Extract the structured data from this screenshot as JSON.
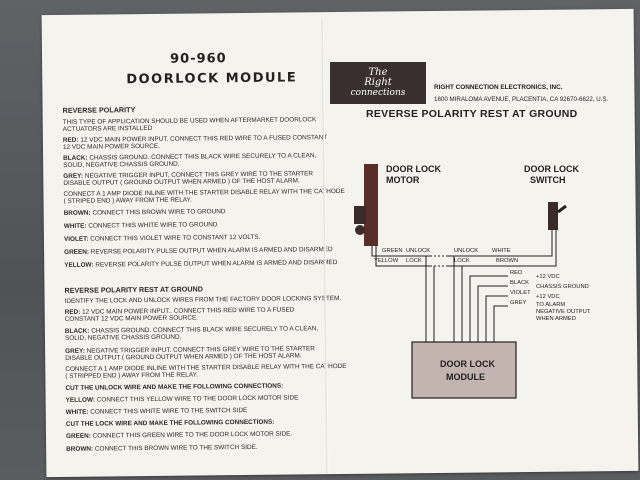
{
  "left": {
    "title_number": "90-960",
    "title_module": "DOORLOCK MODULE",
    "section1_title": "REVERSE POLARITY",
    "section1_intro": [
      "THIS TYPE OF APPLICATION SHOULD BE USED WHEN AFTERMARKET DOORLOCK",
      "ACTUATORS ARE INSTALLED"
    ],
    "section1_items": [
      {
        "label": "RED:",
        "text": "12 VDC MAIN POWER INPUT.  CONNECT THIS RED WIRE TO A FUSED CONSTANT",
        "text2": "12 VDC MAIN POWER SOURCE."
      },
      {
        "label": "BLACK:",
        "text": "CHASSIS GROUND.  CONNECT THIS BLACK WIRE SECURELY TO A CLEAN,",
        "text2": "SOLID, NEGATIVE CHASSIS GROUND."
      },
      {
        "label": "GREY:",
        "text": "NEGATIVE TRIGGER INPUT.  CONNECT THIS GREY WIRE TO THE STARTER",
        "text2": "DISABLE OUTPUT ( GROUND OUTPUT WHEN ARMED ) OF THE HOST ALARM."
      },
      {
        "label": "",
        "text": "CONNECT A 1 AMP DIODE INLINE WITH THE STARTER DISABLE RELAY WITH THE CATHODE",
        "text2": "( STRIPED END ) AWAY FROM THE RELAY."
      },
      {
        "label": "BROWN:",
        "text": "CONNECT THIS BROWN WIRE TO GROUND",
        "text2": ""
      },
      {
        "label": "WHITE:",
        "text": "CONNECT THIS WHITE WIRE TO GROUND",
        "text2": ""
      },
      {
        "label": "VIOLET:",
        "text": "CONNECT THIS VIOLET WIRE TO CONSTANT 12 VOLTS.",
        "text2": ""
      },
      {
        "label": "GREEN:",
        "text": "REVERSE POLARITY PULSE OUTPUT WHEN ALARM IS ARMED AND DISARMED",
        "text2": ""
      },
      {
        "label": "YELLOW:",
        "text": "REVERSE POLARITY PULSE OUTPUT WHEN ALARM IS ARMED AND DISARMED",
        "text2": ""
      }
    ],
    "section2_title": "REVERSE POLARITY REST AT GROUND",
    "section2_intro": "IDENTIFY THE LOCK AND UNLOCK WIRES FROM THE FACTORY DOOR LOCKING SYSTEM.",
    "section2_items": [
      {
        "label": "RED:",
        "text": "12 VDC MAIN POWER INPUT..  CONNECT THIS RED WIRE TO A FUSED",
        "text2": "CONSTANT 12 VDC MAIN POWER SOURCE."
      },
      {
        "label": "BLACK:",
        "text": "CHASSIS GROUND.  CONNECT THIS BLACK WIRE SECURELY TO A CLEAN,",
        "text2": "SOLID, NEGATIVE CHASSIS GROUND."
      },
      {
        "label": "GREY:",
        "text": "NEGATIVE TRIGGER INPUT.  CONNECT THIS GREY WIRE TO THE STARTER",
        "text2": "DISABLE OUTPUT ( GROUND OUTPUT WHEN ARMED ) OF THE HOST ALARM."
      },
      {
        "label": "",
        "text": "CONNECT A 1 AMP DIODE INLINE WITH THE STARTER DISABLE RELAY WITH THE CATHODE",
        "text2": "( STRIPPED END ) AWAY FROM THE RELAY."
      }
    ],
    "cut_unlock": "CUT THE UNLOCK WIRE AND MAKE THE FOLLOWING CONNECTIONS:",
    "yellow_line": {
      "label": "YELLOW:",
      "text": "CONNECT THIS YELLOW WIRE TO THE DOOR LOCK MOTOR SIDE"
    },
    "white_line": {
      "label": "WHITE:",
      "text": "CONNECT THIS WHITE WIRE TO THE SWITCH SIDE"
    },
    "cut_lock": "CUT THE LOCK WIRE AND MAKE THE FOLLOWING CONNECTIONS:",
    "green_line": {
      "label": "GREEN:",
      "text": "CONNECT THIS GREEN WIRE TO THE DOOR LOCK MOTOR SIDE."
    },
    "brown_line": {
      "label": "BROWN:",
      "text": "CONNECT THIS BROWN WIRE TO THE SWITCH SIDE."
    }
  },
  "right": {
    "logo_line1": "The",
    "logo_line2": "Right",
    "logo_line3": "connections",
    "company": "RIGHT CONNECTION ELECTRONICS, INC.",
    "address": "1600 MIRALOMA AVENUE, PLACENTIA, CA 92670-6622, U.S.",
    "diagram_title": "REVERSE POLARITY REST AT GROUND",
    "diagram": {
      "motor_label1": "DOOR LOCK",
      "motor_label2": "MOTOR",
      "switch_label1": "DOOR LOCK",
      "switch_label2": "SWITCH",
      "green": "GREEN",
      "yellow": "YELLOW",
      "unlock1": "UNLOCK",
      "lock1": "LOCK",
      "unlock2": "UNLOCK",
      "lock2": "LOCK",
      "white": "WHITE",
      "brown": "BROWN",
      "red": "RED",
      "black": "BLACK",
      "violet": "VIOLET",
      "grey": "GREY",
      "v12a": "+12 VDC",
      "chassis": "CHASSIS GROUND",
      "v12b": "+12 VDC",
      "to_alarm": "TO ALARM",
      "neg_out": "NEGATIVE OUTPUT",
      "when_armed": "WHEN ARMED",
      "module1": "DOOR LOCK",
      "module2": "MODULE"
    }
  }
}
